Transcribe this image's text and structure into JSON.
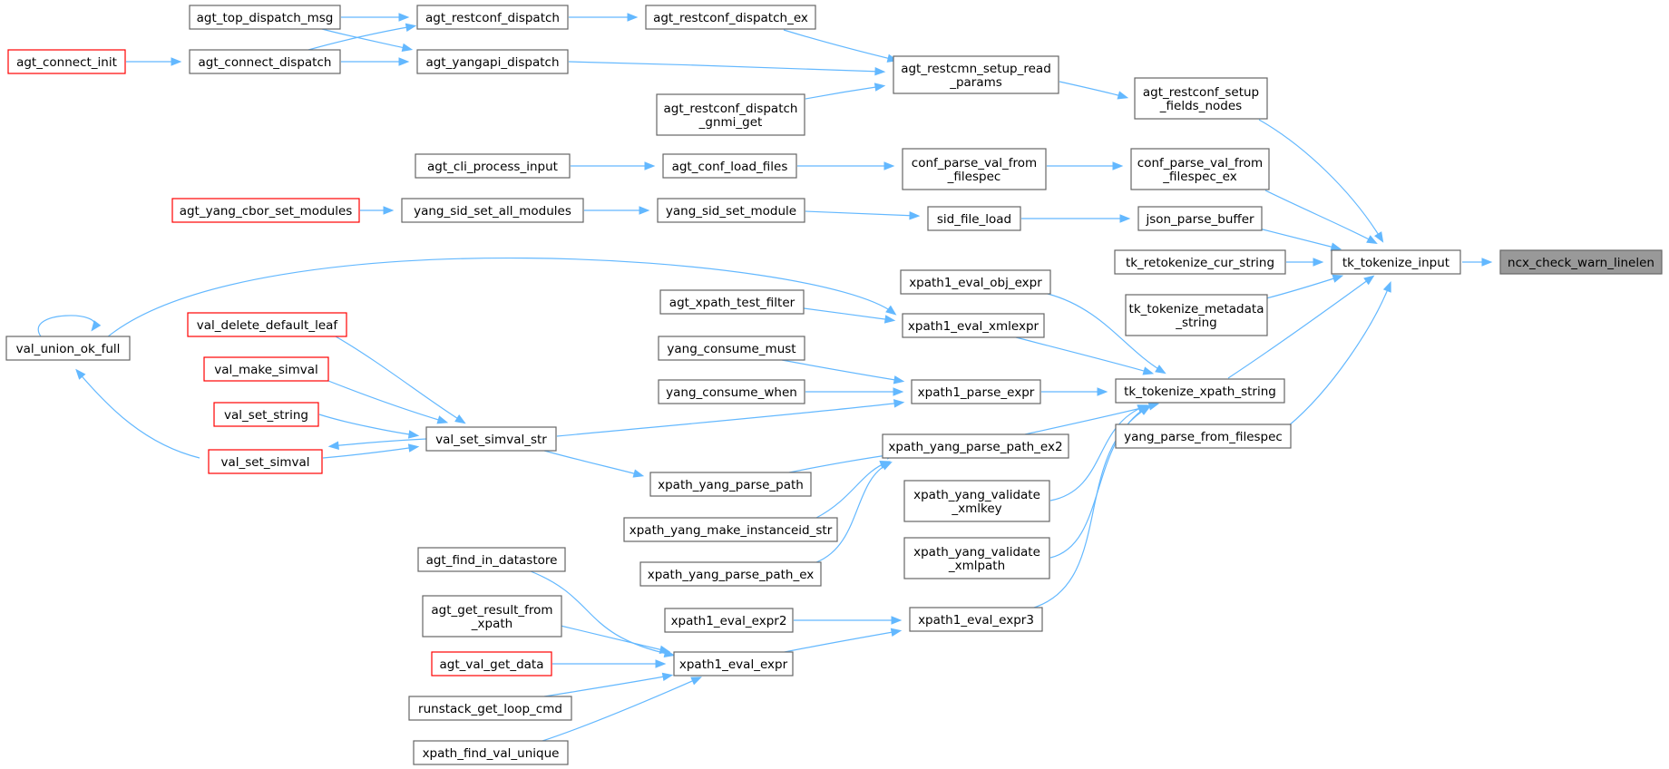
{
  "graph": {
    "nodes": [
      {
        "id": "ncx_check_warn_linelen",
        "lines": [
          "ncx_check_warn_linelen"
        ],
        "style": "current"
      },
      {
        "id": "tk_tokenize_input",
        "lines": [
          "tk_tokenize_input"
        ],
        "style": "normal"
      },
      {
        "id": "agt_restconf_setup_fields_nodes",
        "lines": [
          "agt_restconf_setup",
          "_fields_nodes"
        ],
        "style": "normal"
      },
      {
        "id": "conf_parse_val_from_filespec_ex",
        "lines": [
          "conf_parse_val_from",
          "_filespec_ex"
        ],
        "style": "normal"
      },
      {
        "id": "json_parse_buffer",
        "lines": [
          "json_parse_buffer"
        ],
        "style": "normal"
      },
      {
        "id": "tk_retokenize_cur_string",
        "lines": [
          "tk_retokenize_cur_string"
        ],
        "style": "normal"
      },
      {
        "id": "tk_tokenize_metadata_string",
        "lines": [
          "tk_tokenize_metadata",
          "_string"
        ],
        "style": "normal"
      },
      {
        "id": "tk_tokenize_xpath_string",
        "lines": [
          "tk_tokenize_xpath_string"
        ],
        "style": "normal"
      },
      {
        "id": "yang_parse_from_filespec",
        "lines": [
          "yang_parse_from_filespec"
        ],
        "style": "normal"
      },
      {
        "id": "agt_restcmn_setup_read_params",
        "lines": [
          "agt_restcmn_setup_read",
          "_params"
        ],
        "style": "normal"
      },
      {
        "id": "conf_parse_val_from_filespec",
        "lines": [
          "conf_parse_val_from",
          "_filespec"
        ],
        "style": "normal"
      },
      {
        "id": "sid_file_load",
        "lines": [
          "sid_file_load"
        ],
        "style": "normal"
      },
      {
        "id": "xpath1_eval_obj_expr",
        "lines": [
          "xpath1_eval_obj_expr"
        ],
        "style": "normal"
      },
      {
        "id": "xpath1_eval_xmlexpr",
        "lines": [
          "xpath1_eval_xmlexpr"
        ],
        "style": "normal"
      },
      {
        "id": "xpath1_parse_expr",
        "lines": [
          "xpath1_parse_expr"
        ],
        "style": "normal"
      },
      {
        "id": "xpath_yang_parse_path_ex2",
        "lines": [
          "xpath_yang_parse_path_ex2"
        ],
        "style": "normal"
      },
      {
        "id": "xpath_yang_validate_xmlkey",
        "lines": [
          "xpath_yang_validate",
          "_xmlkey"
        ],
        "style": "normal"
      },
      {
        "id": "xpath_yang_validate_xmlpath",
        "lines": [
          "xpath_yang_validate",
          "_xmlpath"
        ],
        "style": "normal"
      },
      {
        "id": "xpath1_eval_expr3",
        "lines": [
          "xpath1_eval_expr3"
        ],
        "style": "normal"
      },
      {
        "id": "agt_restconf_dispatch_ex",
        "lines": [
          "agt_restconf_dispatch_ex"
        ],
        "style": "normal"
      },
      {
        "id": "agt_restconf_dispatch",
        "lines": [
          "agt_restconf_dispatch"
        ],
        "style": "normal"
      },
      {
        "id": "agt_yangapi_dispatch",
        "lines": [
          "agt_yangapi_dispatch"
        ],
        "style": "normal"
      },
      {
        "id": "agt_restconf_dispatch_gnmi_get",
        "lines": [
          "agt_restconf_dispatch",
          "_gnmi_get"
        ],
        "style": "normal"
      },
      {
        "id": "agt_top_dispatch_msg",
        "lines": [
          "agt_top_dispatch_msg"
        ],
        "style": "normal"
      },
      {
        "id": "agt_connect_dispatch",
        "lines": [
          "agt_connect_dispatch"
        ],
        "style": "normal"
      },
      {
        "id": "agt_connect_init",
        "lines": [
          "agt_connect_init"
        ],
        "style": "truncated"
      },
      {
        "id": "agt_conf_load_files",
        "lines": [
          "agt_conf_load_files"
        ],
        "style": "normal"
      },
      {
        "id": "agt_cli_process_input",
        "lines": [
          "agt_cli_process_input"
        ],
        "style": "normal"
      },
      {
        "id": "yang_sid_set_module",
        "lines": [
          "yang_sid_set_module"
        ],
        "style": "normal"
      },
      {
        "id": "yang_sid_set_all_modules",
        "lines": [
          "yang_sid_set_all_modules"
        ],
        "style": "normal"
      },
      {
        "id": "agt_yang_cbor_set_modules",
        "lines": [
          "agt_yang_cbor_set_modules"
        ],
        "style": "truncated"
      },
      {
        "id": "val_union_ok_full",
        "lines": [
          "val_union_ok_full"
        ],
        "style": "normal"
      },
      {
        "id": "agt_xpath_test_filter",
        "lines": [
          "agt_xpath_test_filter"
        ],
        "style": "normal"
      },
      {
        "id": "yang_consume_must",
        "lines": [
          "yang_consume_must"
        ],
        "style": "normal"
      },
      {
        "id": "yang_consume_when",
        "lines": [
          "yang_consume_when"
        ],
        "style": "normal"
      },
      {
        "id": "val_set_simval_str",
        "lines": [
          "val_set_simval_str"
        ],
        "style": "normal"
      },
      {
        "id": "val_delete_default_leaf",
        "lines": [
          "val_delete_default_leaf"
        ],
        "style": "truncated"
      },
      {
        "id": "val_make_simval",
        "lines": [
          "val_make_simval"
        ],
        "style": "truncated"
      },
      {
        "id": "val_set_string",
        "lines": [
          "val_set_string"
        ],
        "style": "truncated"
      },
      {
        "id": "val_set_simval",
        "lines": [
          "val_set_simval"
        ],
        "style": "truncated"
      },
      {
        "id": "xpath_yang_parse_path",
        "lines": [
          "xpath_yang_parse_path"
        ],
        "style": "normal"
      },
      {
        "id": "xpath_yang_make_instanceid_str",
        "lines": [
          "xpath_yang_make_instanceid_str"
        ],
        "style": "normal"
      },
      {
        "id": "xpath_yang_parse_path_ex",
        "lines": [
          "xpath_yang_parse_path_ex"
        ],
        "style": "normal"
      },
      {
        "id": "xpath1_eval_expr2",
        "lines": [
          "xpath1_eval_expr2"
        ],
        "style": "normal"
      },
      {
        "id": "xpath1_eval_expr",
        "lines": [
          "xpath1_eval_expr"
        ],
        "style": "normal"
      },
      {
        "id": "agt_find_in_datastore",
        "lines": [
          "agt_find_in_datastore"
        ],
        "style": "normal"
      },
      {
        "id": "agt_get_result_from_xpath",
        "lines": [
          "agt_get_result_from",
          "_xpath"
        ],
        "style": "normal"
      },
      {
        "id": "agt_val_get_data",
        "lines": [
          "agt_val_get_data"
        ],
        "style": "truncated"
      },
      {
        "id": "runstack_get_loop_cmd",
        "lines": [
          "runstack_get_loop_cmd"
        ],
        "style": "normal"
      },
      {
        "id": "xpath_find_val_unique",
        "lines": [
          "xpath_find_val_unique"
        ],
        "style": "normal"
      }
    ],
    "edges": [
      {
        "from": "tk_tokenize_input",
        "to": "ncx_check_warn_linelen"
      },
      {
        "from": "agt_restconf_setup_fields_nodes",
        "to": "tk_tokenize_input"
      },
      {
        "from": "conf_parse_val_from_filespec_ex",
        "to": "tk_tokenize_input"
      },
      {
        "from": "json_parse_buffer",
        "to": "tk_tokenize_input"
      },
      {
        "from": "tk_retokenize_cur_string",
        "to": "tk_tokenize_input"
      },
      {
        "from": "tk_tokenize_metadata_string",
        "to": "tk_tokenize_input"
      },
      {
        "from": "tk_tokenize_xpath_string",
        "to": "tk_tokenize_input"
      },
      {
        "from": "yang_parse_from_filespec",
        "to": "tk_tokenize_input"
      },
      {
        "from": "agt_restcmn_setup_read_params",
        "to": "agt_restconf_setup_fields_nodes"
      },
      {
        "from": "agt_restconf_dispatch_ex",
        "to": "agt_restcmn_setup_read_params"
      },
      {
        "from": "agt_yangapi_dispatch",
        "to": "agt_restcmn_setup_read_params"
      },
      {
        "from": "agt_restconf_dispatch_gnmi_get",
        "to": "agt_restcmn_setup_read_params"
      },
      {
        "from": "agt_restconf_dispatch",
        "to": "agt_restconf_dispatch_ex"
      },
      {
        "from": "agt_top_dispatch_msg",
        "to": "agt_restconf_dispatch"
      },
      {
        "from": "agt_connect_dispatch",
        "to": "agt_restconf_dispatch"
      },
      {
        "from": "agt_top_dispatch_msg",
        "to": "agt_yangapi_dispatch"
      },
      {
        "from": "agt_connect_dispatch",
        "to": "agt_yangapi_dispatch"
      },
      {
        "from": "agt_connect_init",
        "to": "agt_connect_dispatch"
      },
      {
        "from": "conf_parse_val_from_filespec",
        "to": "conf_parse_val_from_filespec_ex"
      },
      {
        "from": "agt_conf_load_files",
        "to": "conf_parse_val_from_filespec"
      },
      {
        "from": "agt_cli_process_input",
        "to": "agt_conf_load_files"
      },
      {
        "from": "sid_file_load",
        "to": "json_parse_buffer"
      },
      {
        "from": "yang_sid_set_module",
        "to": "sid_file_load"
      },
      {
        "from": "yang_sid_set_all_modules",
        "to": "yang_sid_set_module"
      },
      {
        "from": "agt_yang_cbor_set_modules",
        "to": "yang_sid_set_all_modules"
      },
      {
        "from": "xpath1_eval_obj_expr",
        "to": "tk_tokenize_xpath_string"
      },
      {
        "from": "xpath1_eval_xmlexpr",
        "to": "tk_tokenize_xpath_string"
      },
      {
        "from": "xpath1_parse_expr",
        "to": "tk_tokenize_xpath_string"
      },
      {
        "from": "xpath_yang_parse_path_ex2",
        "to": "tk_tokenize_xpath_string"
      },
      {
        "from": "xpath_yang_validate_xmlkey",
        "to": "tk_tokenize_xpath_string"
      },
      {
        "from": "xpath_yang_validate_xmlpath",
        "to": "tk_tokenize_xpath_string"
      },
      {
        "from": "xpath1_eval_expr3",
        "to": "tk_tokenize_xpath_string"
      },
      {
        "from": "agt_xpath_test_filter",
        "to": "xpath1_eval_xmlexpr"
      },
      {
        "from": "val_union_ok_full",
        "to": "xpath1_eval_xmlexpr"
      },
      {
        "from": "val_union_ok_full",
        "to": "val_union_ok_full"
      },
      {
        "from": "val_set_simval",
        "to": "val_union_ok_full"
      },
      {
        "from": "yang_consume_must",
        "to": "xpath1_parse_expr"
      },
      {
        "from": "yang_consume_when",
        "to": "xpath1_parse_expr"
      },
      {
        "from": "val_set_simval_str",
        "to": "xpath1_parse_expr"
      },
      {
        "from": "val_delete_default_leaf",
        "to": "val_set_simval_str"
      },
      {
        "from": "val_make_simval",
        "to": "val_set_simval_str"
      },
      {
        "from": "val_set_string",
        "to": "val_set_simval_str"
      },
      {
        "from": "val_set_simval",
        "to": "val_set_simval_str"
      },
      {
        "from": "val_set_simval_str",
        "to": "val_set_simval"
      },
      {
        "from": "val_set_simval_str",
        "to": "xpath_yang_parse_path"
      },
      {
        "from": "xpath_yang_parse_path",
        "to": "xpath_yang_parse_path_ex2"
      },
      {
        "from": "xpath_yang_make_instanceid_str",
        "to": "xpath_yang_parse_path_ex2"
      },
      {
        "from": "xpath_yang_parse_path_ex",
        "to": "xpath_yang_parse_path_ex2"
      },
      {
        "from": "xpath1_eval_expr2",
        "to": "xpath1_eval_expr3"
      },
      {
        "from": "xpath1_eval_expr",
        "to": "xpath1_eval_expr3"
      },
      {
        "from": "agt_find_in_datastore",
        "to": "xpath1_eval_expr"
      },
      {
        "from": "agt_get_result_from_xpath",
        "to": "xpath1_eval_expr"
      },
      {
        "from": "agt_val_get_data",
        "to": "xpath1_eval_expr"
      },
      {
        "from": "runstack_get_loop_cmd",
        "to": "xpath1_eval_expr"
      },
      {
        "from": "xpath_find_val_unique",
        "to": "xpath1_eval_expr"
      }
    ]
  },
  "colors": {
    "edge": "#63b8ff",
    "node_border": "#666666",
    "truncated_border": "#ff0000",
    "current_fill": "#999999",
    "node_fill": "#ffffff"
  }
}
